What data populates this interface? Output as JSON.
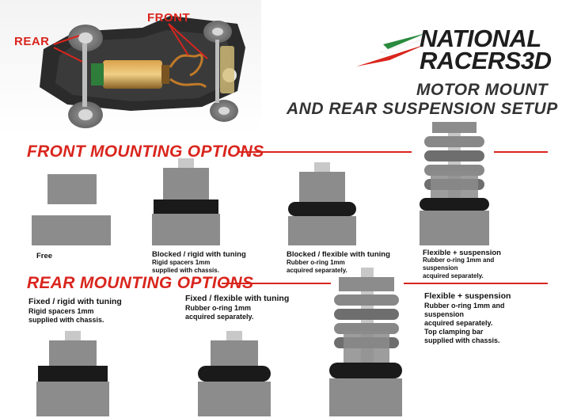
{
  "photo_labels": {
    "rear": "REAR",
    "front": "FRONT"
  },
  "logo": {
    "line1": "NATIONAL",
    "line2": "RACERS",
    "line2_suffix": "3D",
    "colors": {
      "green": "#2a8a3e",
      "red": "#d9251d",
      "dark": "#1e1e1e"
    }
  },
  "heading": {
    "line1": "MOTOR MOUNT",
    "line2": "AND REAR SUSPENSION SETUP"
  },
  "front": {
    "title": "FRONT MOUNTING OPTIONS",
    "options": [
      {
        "title": "Free",
        "desc1": "",
        "desc2": ""
      },
      {
        "title": "Blocked / rigid with tuning",
        "desc1": "Rigid spacers 1mm",
        "desc2": "supplied with chassis."
      },
      {
        "title": "Blocked / flexible with tuning",
        "desc1": "Rubber o-ring 1mm",
        "desc2": "acquired separately."
      },
      {
        "title": "Flexible + suspension",
        "desc1": "Rubber o-ring 1mm and",
        "desc2": "suspension",
        "desc3": "acquired separately."
      }
    ]
  },
  "rear": {
    "title": "REAR MOUNTING OPTIONS",
    "options": [
      {
        "title": "Fixed / rigid with tuning",
        "desc1": "Rigid spacers 1mm",
        "desc2": "supplied with chassis."
      },
      {
        "title": "Fixed / flexible with tuning",
        "desc1": "Rubber o-ring 1mm",
        "desc2": "acquired separately."
      },
      {
        "title": "Flexible + suspension",
        "desc1": "Rubber o-ring 1mm and",
        "desc2": "suspension",
        "desc3": "acquired separately.",
        "desc4": "Top clamping bar",
        "desc5": "supplied with chassis."
      }
    ]
  },
  "colors": {
    "accent": "#d9251d",
    "block": "#8c8c8c",
    "cap": "#c8c8c8",
    "black": "#1a1a1a"
  }
}
